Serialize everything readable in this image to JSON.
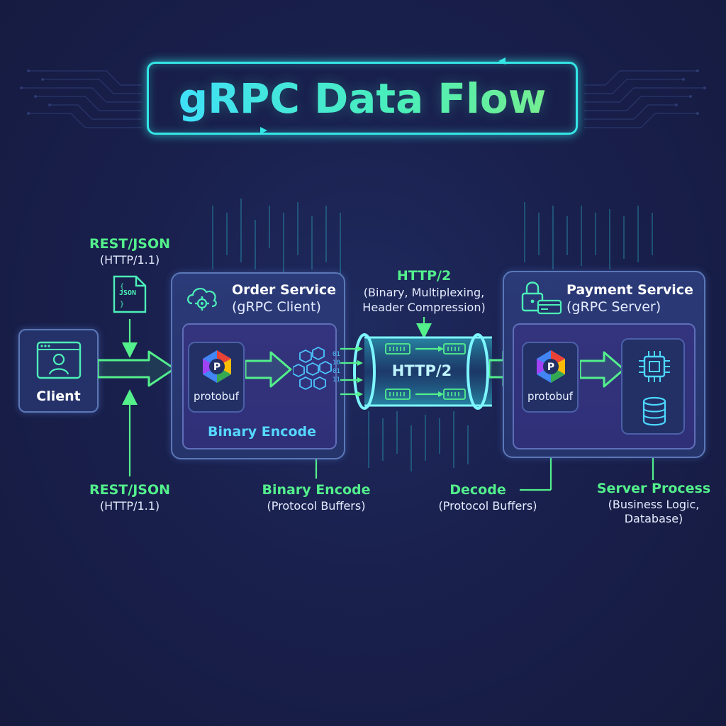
{
  "title": "gRPC Data Flow",
  "client": {
    "label": "Client",
    "icon": "user-window-icon"
  },
  "rest_top": {
    "title": "REST/JSON",
    "subtitle": "(HTTP/1.1)",
    "file_label": "JSON"
  },
  "rest_bottom": {
    "title": "REST/JSON",
    "subtitle": "(HTTP/1.1)"
  },
  "order_service": {
    "title": "Order Service",
    "subtitle": "(gRPC Client)",
    "protobuf_label": "protobuf",
    "inner_label": "Binary Encode",
    "icon": "cloud-gear-icon"
  },
  "payment_service": {
    "title": "Payment Service",
    "subtitle": "(gRPC Server)",
    "protobuf_label": "protobuf",
    "icon": "lock-card-icon"
  },
  "http2_top": {
    "title": "HTTP/2",
    "line1": "(Binary, Multiplexing,",
    "line2": "Header Compression)"
  },
  "tube_label": "HTTP/2",
  "binary_encode": {
    "title": "Binary Encode",
    "subtitle": "(Protocol Buffers)"
  },
  "decode": {
    "title": "Decode",
    "subtitle": "(Protocol Buffers)"
  },
  "server_process": {
    "title": "Server Process",
    "line1": "(Business Logic,",
    "line2": "Database)"
  },
  "colors": {
    "background": "#19204d",
    "accent_green": "#53f08c",
    "accent_cyan": "#34e6e6",
    "panel": "#2b3a78"
  }
}
